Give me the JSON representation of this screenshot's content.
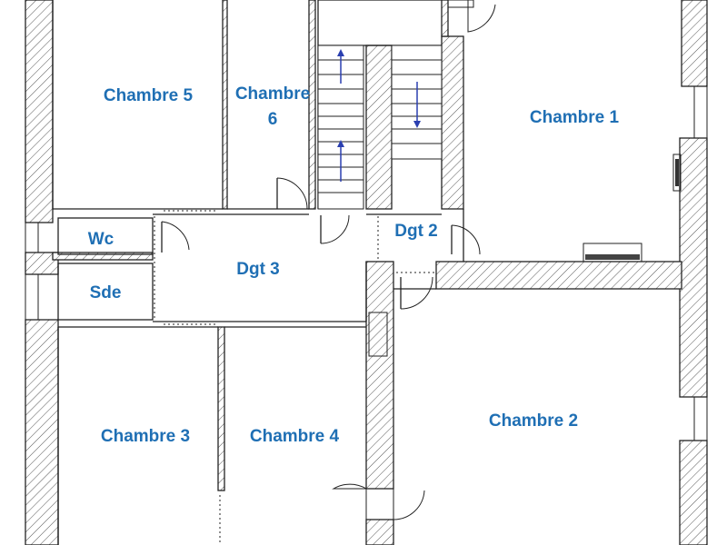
{
  "rooms": {
    "chambre1": "Chambre 1",
    "chambre2": "Chambre 2",
    "chambre3": "Chambre 3",
    "chambre4": "Chambre 4",
    "chambre5": "Chambre 5",
    "chambre6_line1": "Chambre",
    "chambre6_line2": "6",
    "wc": "Wc",
    "sde": "Sde",
    "dgt2": "Dgt 2",
    "dgt3": "Dgt 3"
  },
  "colors": {
    "label": "#1f6fb4",
    "wall_outline": "#222222",
    "stair_arrow": "#2a3fb0"
  }
}
